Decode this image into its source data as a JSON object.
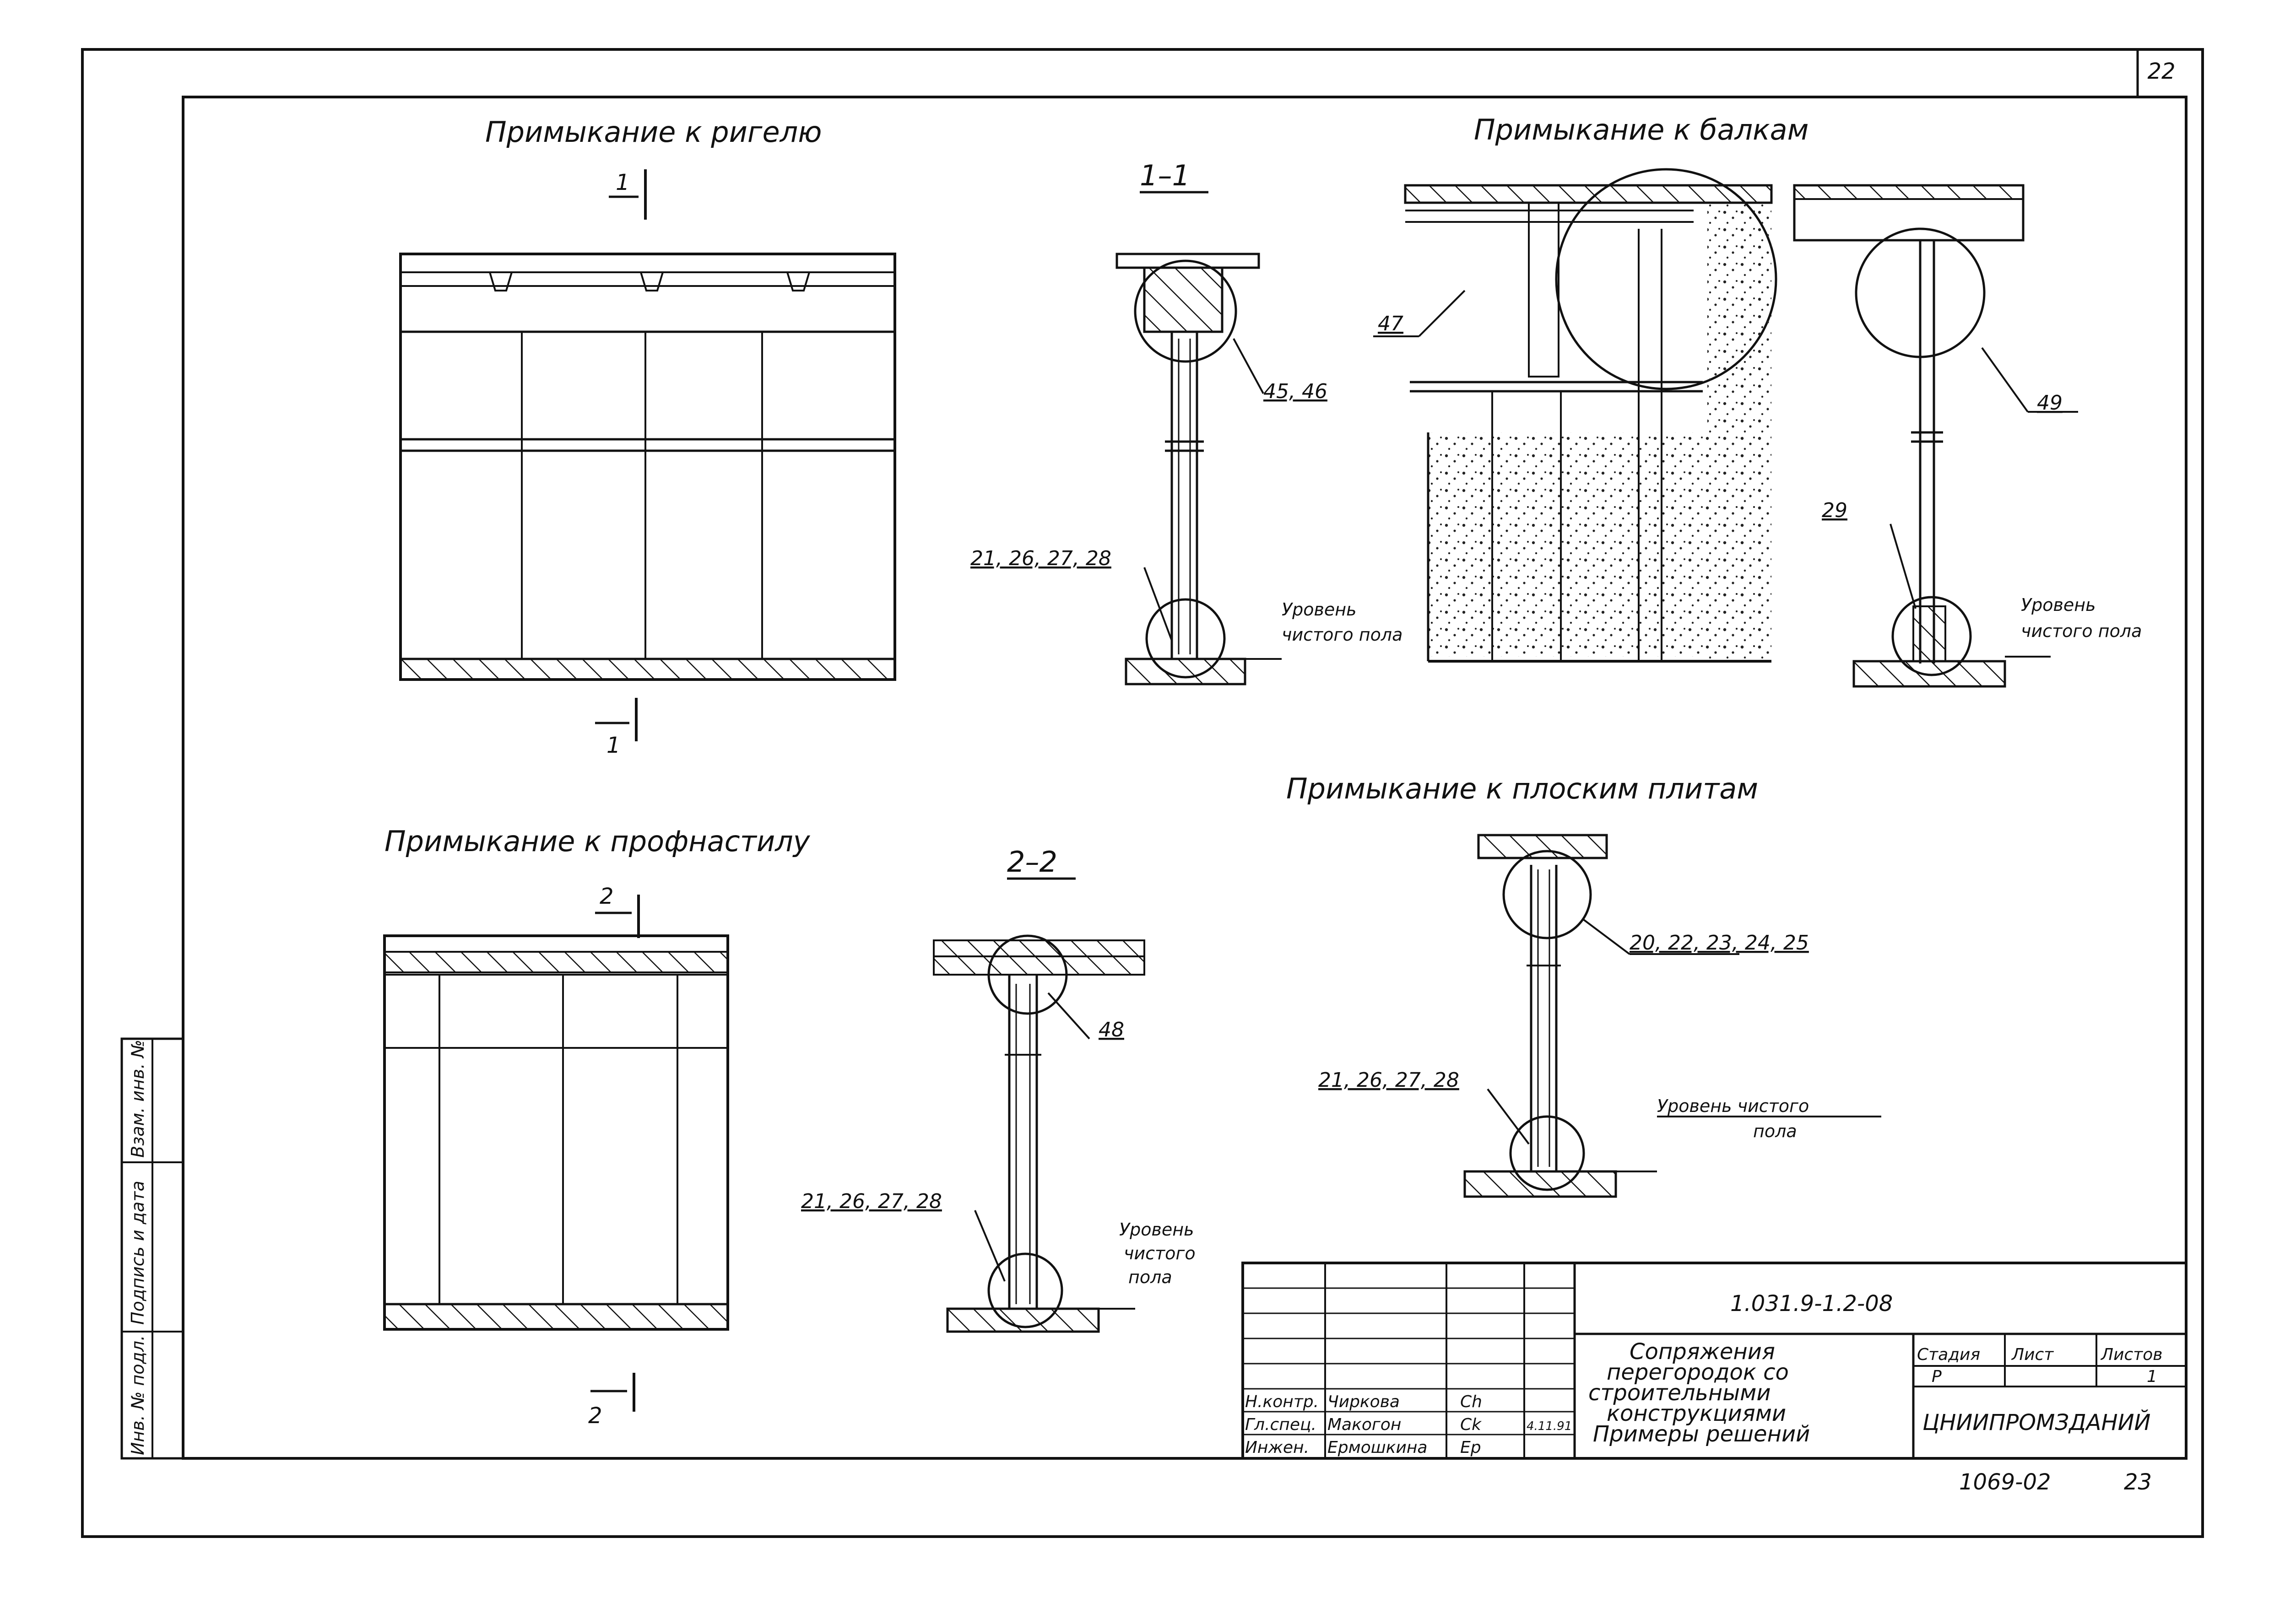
{
  "sheet_number": "22",
  "titles": {
    "rigel": "Примыкание к ригелю",
    "beams": "Примыкание к балкам",
    "profdeck": "Примыкание к профнастилу",
    "flat_slabs": "Примыкание к плоским плитам"
  },
  "section_marks": {
    "s1_top": "1",
    "s1_bottom": "1",
    "s2_top": "2",
    "s2_bottom": "2",
    "s1_title": "1–1",
    "s2_title": "2–2"
  },
  "callouts": {
    "c4546": "45, 46",
    "c2126_a": "21, 26, 27, 28",
    "c47": "47",
    "c49": "49",
    "c29": "29",
    "c48": "48",
    "c2126_b": "21, 26, 27, 28",
    "c2025": "20, 22, 23, 24, 25",
    "c2126_c": "21, 26, 27, 28"
  },
  "floor_labels": {
    "a_line1": "Уровень",
    "a_line2": "чистого пола",
    "b_line1": "Уровень",
    "b_line2": "чистого пола",
    "c_line1": "Уровень",
    "c_line2": "чистого",
    "c_line3": "пола",
    "d_line1": "Уровень чистого",
    "d_line2": "пола"
  },
  "side_stamp": {
    "inv_orig": "Инв. № подл.",
    "sign_date": "Подпись и дата",
    "inv_dup": "Взам. инв. №"
  },
  "title_block": {
    "code": "1.031.9-1.2-08",
    "name_l1": "Сопряжения",
    "name_l2": "перегородок со",
    "name_l3": "строительными",
    "name_l4": "конструкциями",
    "name_l5": "Примеры решений",
    "stage_h": "Стадия",
    "sheet_h": "Лист",
    "sheets_h": "Листов",
    "stage": "Р",
    "sheets": "1",
    "org": "ЦНИИПРОМЗДАНИЙ",
    "rows": [
      {
        "role": "Н.контр.",
        "name": "Чиркова",
        "sign": "Ch",
        "date": ""
      },
      {
        "role": "Гл.спец.",
        "name": "Макогон",
        "sign": "Ck",
        "date": "4.11.91"
      },
      {
        "role": "Инжен.",
        "name": "Ермошкина",
        "sign": "Ep",
        "date": ""
      }
    ]
  },
  "footer": {
    "doc": "1069-02",
    "page": "23"
  }
}
